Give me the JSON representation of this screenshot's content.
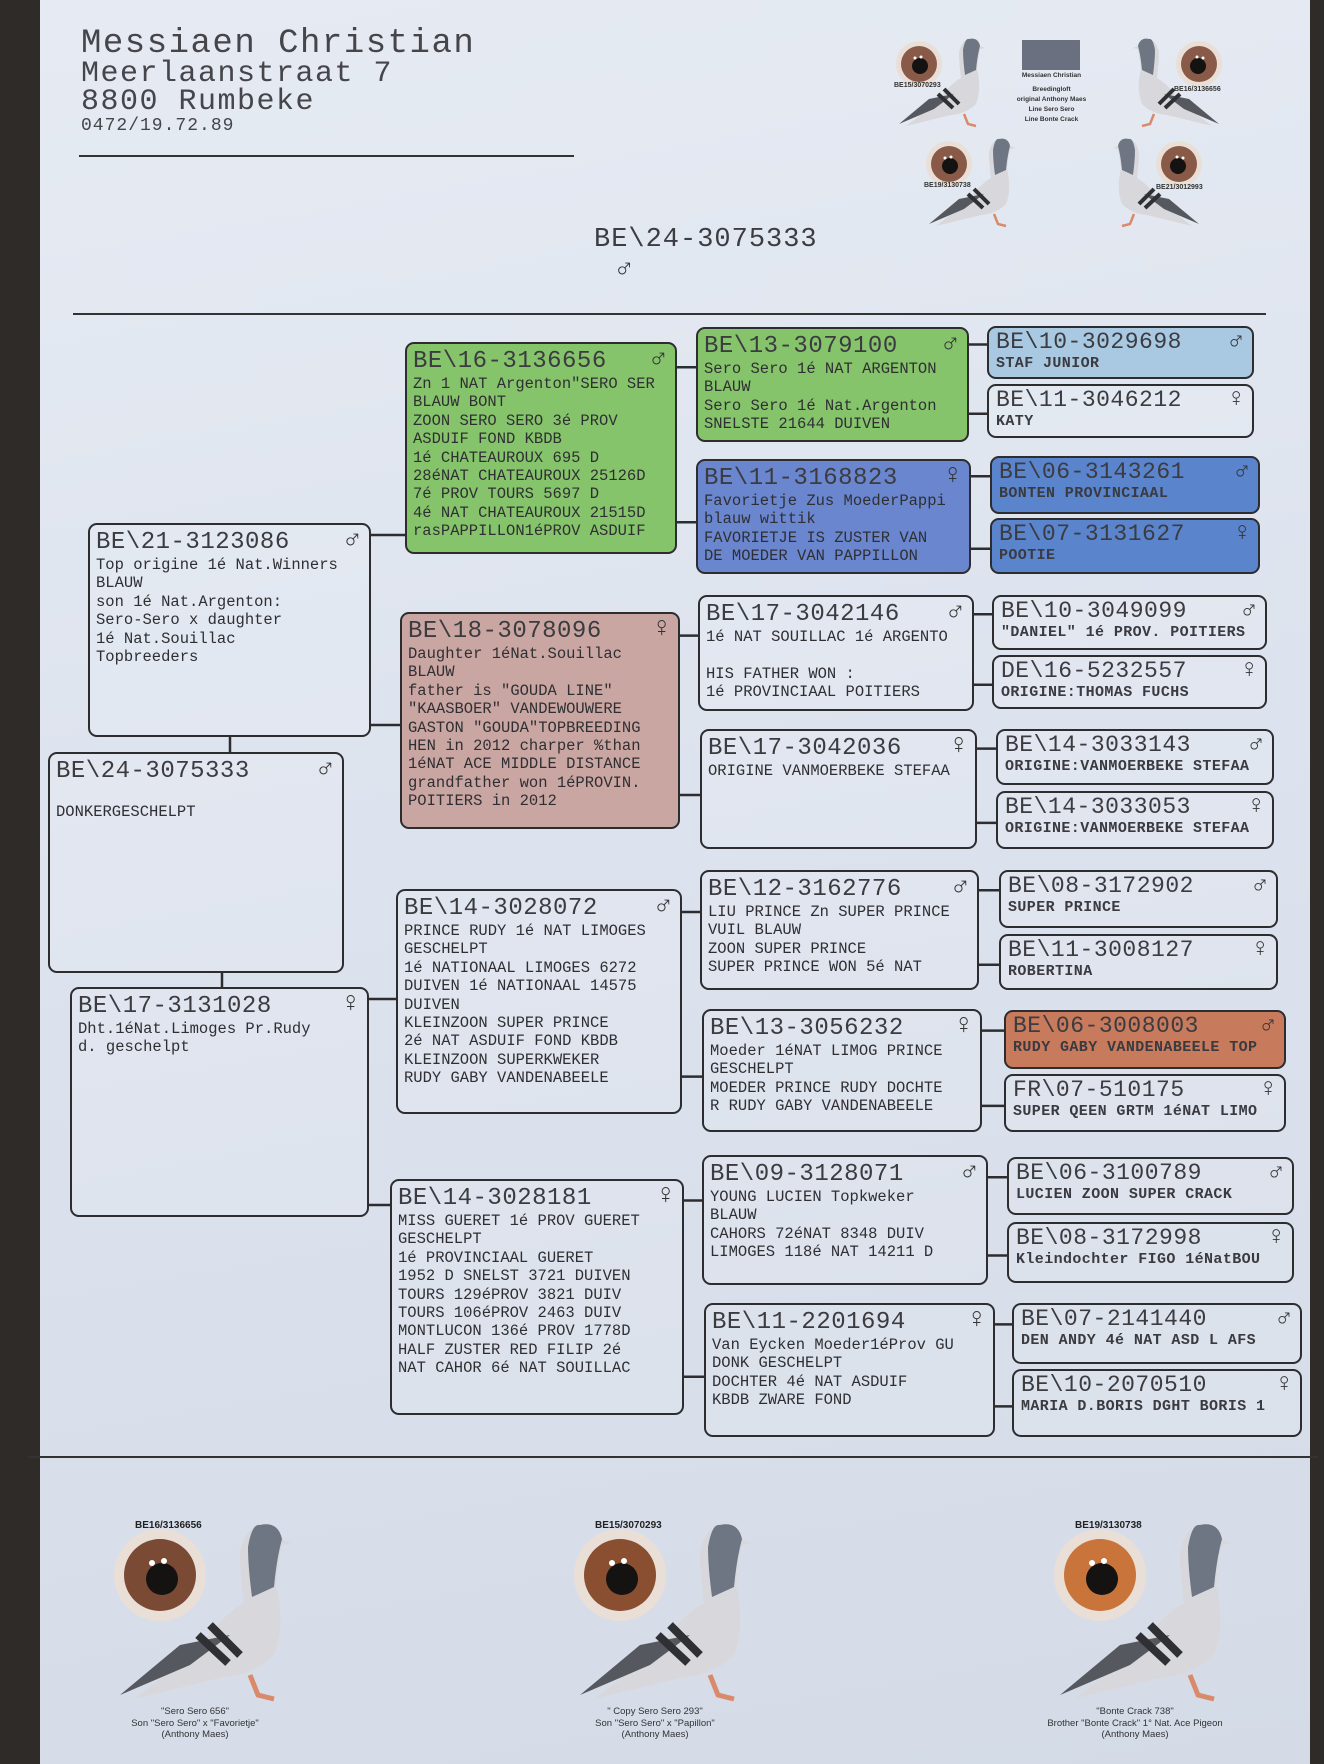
{
  "header": {
    "name": "Messiaen Christian",
    "street": "Meerlaanstraat 7",
    "city": "8800 Rumbeke",
    "phone": "0472/19.72.89"
  },
  "title": {
    "ring": "BE\\24-3075333",
    "sex": "♂"
  },
  "logo": {
    "eye_labels": [
      "BE15/3070293",
      "BE16/3136656",
      "BE19/3130738",
      "BE21/3012993"
    ],
    "owner": "Messiaen Christian",
    "lines": [
      "Breedingloft",
      "original Anthony Maes",
      "Line Sero Sero",
      "Line Bonte Crack"
    ]
  },
  "colors": {
    "green": "#86c46c",
    "light_blue": "#a9c9e2",
    "blue": "#6a86cf",
    "dark_blue": "#5a84cc",
    "pink": "#c9a6a2",
    "orange": "#c87a5c"
  },
  "pedigree": {
    "subject": {
      "ring": "BE\\24-3075333",
      "sex": "♂",
      "lines": [
        "",
        "DONKERGESCHELPT"
      ]
    },
    "sire": {
      "ring": "BE\\21-3123086",
      "sex": "♂",
      "lines": [
        "Top origine 1é Nat.Winners",
        "BLAUW",
        "son 1é Nat.Argenton:",
        "Sero-Sero x daughter",
        "1é Nat.Souillac",
        "Topbreeders"
      ]
    },
    "dam": {
      "ring": "BE\\17-3131028",
      "sex": "♀",
      "lines": [
        "Dht.1éNat.Limoges Pr.Rudy",
        "d. geschelpt"
      ]
    },
    "gen2": [
      {
        "ring": "BE\\16-3136656",
        "sex": "♂",
        "color": "#86c46c",
        "lines": [
          "Zn 1 NAT Argenton\"SERO SER",
          "BLAUW BONT",
          "ZOON SERO SERO 3é PROV",
          "ASDUIF FOND KBDB",
          "1é CHATEAUROUX 695 D",
          "28éNAT CHATEAUROUX 25126D",
          "7é PROV TOURS 5697 D",
          "4é NAT CHATEAUROUX 21515D",
          "rasPAPPILLON1éPROV ASDUIF"
        ]
      },
      {
        "ring": "BE\\18-3078096",
        "sex": "♀",
        "color": "#c9a6a2",
        "lines": [
          "Daughter 1éNat.Souillac",
          "BLAUW",
          "father is \"GOUDA LINE\"",
          "\"KAASBOER\" VANDEWOUWERE",
          "GASTON \"GOUDA\"TOPBREEDING",
          "HEN in 2012 charper %than",
          "1éNAT ACE MIDDLE DISTANCE",
          "grandfather won 1éPROVIN.",
          "POITIERS in 2012"
        ]
      },
      {
        "ring": "BE\\14-3028072",
        "sex": "♂",
        "lines": [
          "PRINCE RUDY 1é NAT LIMOGES",
          "GESCHELPT",
          "1é NATIONAAL LIMOGES 6272",
          "DUIVEN 1é NATIONAAL 14575",
          "DUIVEN",
          "KLEINZOON SUPER PRINCE",
          "2é NAT ASDUIF FOND KBDB",
          "KLEINZOON SUPERKWEKER",
          "RUDY GABY VANDENABEELE"
        ]
      },
      {
        "ring": "BE\\14-3028181",
        "sex": "♀",
        "lines": [
          "MISS GUERET 1é PROV GUERET",
          "GESCHELPT",
          "1é PROVINCIAAL GUERET",
          "1952 D SNELST 3721 DUIVEN",
          "TOURS 129éPROV 3821 DUIV",
          "TOURS 106éPROV 2463 DUIV",
          "MONTLUCON 136é PROV 1778D",
          "HALF ZUSTER RED FILIP 2é",
          "NAT CAHOR 6é NAT SOUILLAC"
        ]
      }
    ],
    "gen3": [
      {
        "ring": "BE\\13-3079100",
        "sex": "♂",
        "color": "#86c46c",
        "lines": [
          "Sero Sero 1é NAT ARGENTON",
          "BLAUW",
          "Sero Sero 1é Nat.Argenton",
          "SNELSTE 21644 DUIVEN"
        ]
      },
      {
        "ring": "BE\\11-3168823",
        "sex": "♀",
        "color": "#6a86cf",
        "lines": [
          "Favorietje Zus MoederPappi",
          "blauw wittik",
          "FAVORIETJE IS ZUSTER VAN",
          "DE MOEDER VAN PAPPILLON"
        ]
      },
      {
        "ring": "BE\\17-3042146",
        "sex": "♂",
        "lines": [
          "1é NAT SOUILLAC 1é ARGENTO",
          "",
          "HIS FATHER WON :",
          "1é PROVINCIAAL POITIERS"
        ]
      },
      {
        "ring": "BE\\17-3042036",
        "sex": "♀",
        "lines": [
          "ORIGINE VANMOERBEKE STEFAA"
        ]
      },
      {
        "ring": "BE\\12-3162776",
        "sex": "♂",
        "lines": [
          "LIU PRINCE Zn SUPER PRINCE",
          "VUIL BLAUW",
          "ZOON SUPER PRINCE",
          "SUPER PRINCE WON 5é NAT"
        ]
      },
      {
        "ring": "BE\\13-3056232",
        "sex": "♀",
        "lines": [
          "Moeder 1éNAT LIMOG PRINCE",
          "GESCHELPT",
          "MOEDER PRINCE RUDY DOCHTE",
          "R RUDY GABY VANDENABEELE"
        ]
      },
      {
        "ring": "BE\\09-3128071",
        "sex": "♂",
        "lines": [
          "YOUNG LUCIEN Topkweker",
          "BLAUW",
          "CAHORS 72éNAT 8348 DUIV",
          "LIMOGES 118é NAT 14211 D"
        ]
      },
      {
        "ring": "BE\\11-2201694",
        "sex": "♀",
        "lines": [
          "Van Eycken Moeder1éProv GU",
          "DONK GESCHELPT",
          "DOCHTER 4é NAT ASDUIF",
          "KBDB ZWARE FOND"
        ]
      }
    ],
    "gen4": [
      {
        "ring": "BE\\10-3029698",
        "sex": "♂",
        "color": "#a9c9e2",
        "lines": [
          "STAF JUNIOR"
        ]
      },
      {
        "ring": "BE\\11-3046212",
        "sex": "♀",
        "lines": [
          "KATY"
        ]
      },
      {
        "ring": "BE\\06-3143261",
        "sex": "♂",
        "color": "#5a84cc",
        "lines": [
          "BONTEN PROVINCIAAL"
        ]
      },
      {
        "ring": "BE\\07-3131627",
        "sex": "♀",
        "color": "#5a84cc",
        "lines": [
          "POOTIE"
        ]
      },
      {
        "ring": "BE\\10-3049099",
        "sex": "♂",
        "lines": [
          "\"DANIEL\" 1é PROV. POITIERS"
        ]
      },
      {
        "ring": "DE\\16-5232557",
        "sex": "♀",
        "lines": [
          "ORIGINE:THOMAS FUCHS"
        ]
      },
      {
        "ring": "BE\\14-3033143",
        "sex": "♂",
        "lines": [
          "ORIGINE:VANMOERBEKE STEFAA"
        ]
      },
      {
        "ring": "BE\\14-3033053",
        "sex": "♀",
        "lines": [
          "ORIGINE:VANMOERBEKE STEFAA"
        ]
      },
      {
        "ring": "BE\\08-3172902",
        "sex": "♂",
        "lines": [
          "SUPER PRINCE"
        ]
      },
      {
        "ring": "BE\\11-3008127",
        "sex": "♀",
        "lines": [
          "ROBERTINA"
        ]
      },
      {
        "ring": "BE\\06-3008003",
        "sex": "♂",
        "color": "#c87a5c",
        "lines": [
          "RUDY GABY VANDENABEELE TOP"
        ]
      },
      {
        "ring": "FR\\07-510175",
        "sex": "♀",
        "lines": [
          "SUPER QEEN GRTM 1éNAT LIMO"
        ]
      },
      {
        "ring": "BE\\06-3100789",
        "sex": "♂",
        "lines": [
          "LUCIEN ZOON SUPER CRACK"
        ]
      },
      {
        "ring": "BE\\08-3172998",
        "sex": "♀",
        "lines": [
          "Kleindochter FIGO 1éNatBOU"
        ]
      },
      {
        "ring": "BE\\07-2141440",
        "sex": "♂",
        "lines": [
          "DEN ANDY 4é NAT ASD L AFS"
        ]
      },
      {
        "ring": "BE\\10-2070510",
        "sex": "♀",
        "lines": [
          "MARIA D.BORIS DGHT BORIS 1"
        ]
      }
    ]
  },
  "footer_pigeons": [
    {
      "label": "BE16/3136656",
      "caption": [
        "\"Sero Sero 656\"",
        "Son \"Sero Sero\" x \"Favorietje\"",
        "(Anthony Maes)"
      ],
      "iris": "#7a4a35"
    },
    {
      "label": "BE15/3070293",
      "caption": [
        "\" Copy Sero Sero 293\"",
        "Son \"Sero Sero\" x \"Papillon\"",
        "(Anthony Maes)"
      ],
      "iris": "#8a4e30"
    },
    {
      "label": "BE19/3130738",
      "caption": [
        "\"Bonte Crack 738\"",
        "Brother \"Bonte Crack\" 1° Nat. Ace Pigeon",
        "(Anthony Maes)"
      ],
      "iris": "#c8743a"
    }
  ]
}
